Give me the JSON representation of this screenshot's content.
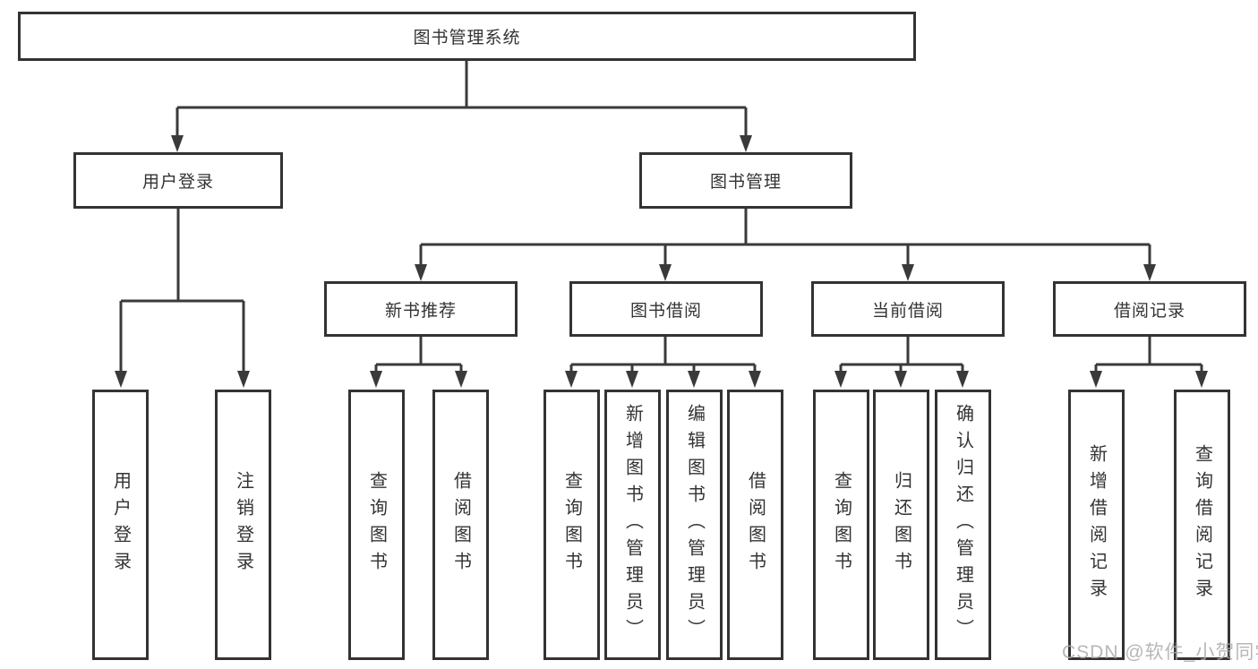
{
  "diagram": {
    "root": {
      "label": "图书管理系统"
    },
    "level2": [
      {
        "label": "用户登录"
      },
      {
        "label": "图书管理"
      }
    ],
    "level3": [
      {
        "label": "新书推荐"
      },
      {
        "label": "图书借阅"
      },
      {
        "label": "当前借阅"
      },
      {
        "label": "借阅记录"
      }
    ],
    "leaves": [
      {
        "label": "用户登录"
      },
      {
        "label": "注销登录"
      },
      {
        "label": "查询图书"
      },
      {
        "label": "借阅图书"
      },
      {
        "label": "查询图书"
      },
      {
        "label": "新增图书（管理员）"
      },
      {
        "label": "编辑图书（管理员）"
      },
      {
        "label": "借阅图书"
      },
      {
        "label": "查询图书"
      },
      {
        "label": "归还图书"
      },
      {
        "label": "确认归还（管理员）"
      },
      {
        "label": "新增借阅记录"
      },
      {
        "label": "查询借阅记录"
      }
    ]
  },
  "watermark": "CSDN @软件_小贺同学",
  "colors": {
    "line": "#3a3a3a",
    "border": "#333333",
    "text": "#333333",
    "watermark": "#aaaaaa",
    "background": "#ffffff"
  }
}
